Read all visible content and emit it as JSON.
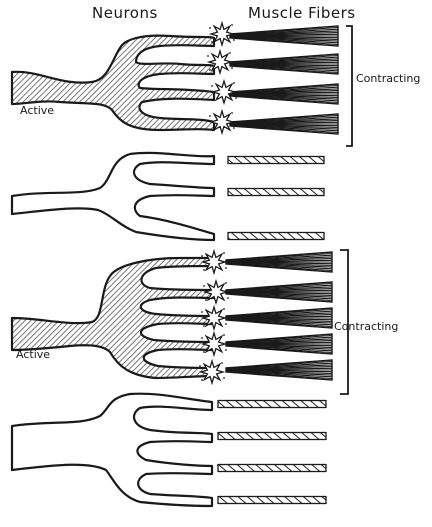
{
  "headers": {
    "neurons": "Neurons",
    "muscle_fibers": "Muscle Fibers"
  },
  "groups": [
    {
      "state_label": "Active",
      "bracket_label": "Contracting"
    },
    {
      "state_label": "",
      "bracket_label": ""
    },
    {
      "state_label": "Active",
      "bracket_label": "Contracting"
    },
    {
      "state_label": "",
      "bracket_label": ""
    }
  ],
  "colors": {
    "ink": "#1a1a1a",
    "hatch": "#555555",
    "spark": "#ffffff"
  }
}
